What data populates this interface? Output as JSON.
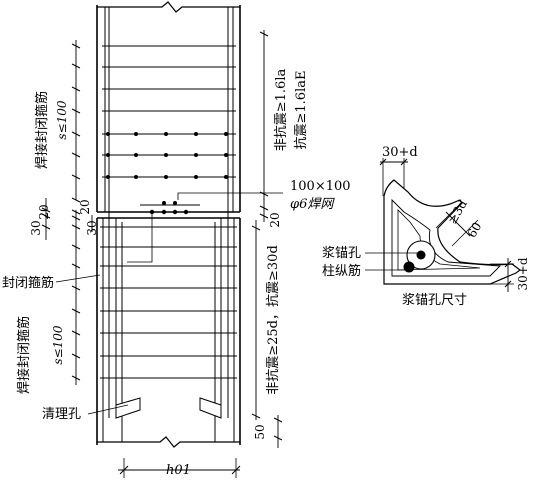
{
  "labels": {
    "welded_hoop_upper": "焊接封闭箍筋",
    "s_upper": "s≤100",
    "dim_top_20a": "20",
    "dim_top_20b": "20",
    "dim_top_30a": "30",
    "dim_top_30b": "30",
    "dim_top_20c": "20",
    "closed_hoop": "封闭箍筋",
    "welded_hoop_lower": "焊接封闭箍筋",
    "s_lower": "s≤100",
    "cleanout_hole": "清理孔",
    "nonseismic_upper": "非抗震≥1.6la",
    "seismic_upper": "抗震≥1.6laE",
    "mesh_dim": "100×100",
    "mesh_spec": "φ6焊网",
    "lower_anchor": "非抗震≥25d，抗震≥30d",
    "dim_bottom_50": "50",
    "h01": "h01",
    "detail_30d_top": "30+d",
    "detail_3d": "≥3d",
    "detail_60": "60",
    "grout_hole": "浆锚孔",
    "column_bar": "柱纵筋",
    "detail_30d_right": "30+d",
    "detail_caption": "浆锚孔尺寸"
  }
}
